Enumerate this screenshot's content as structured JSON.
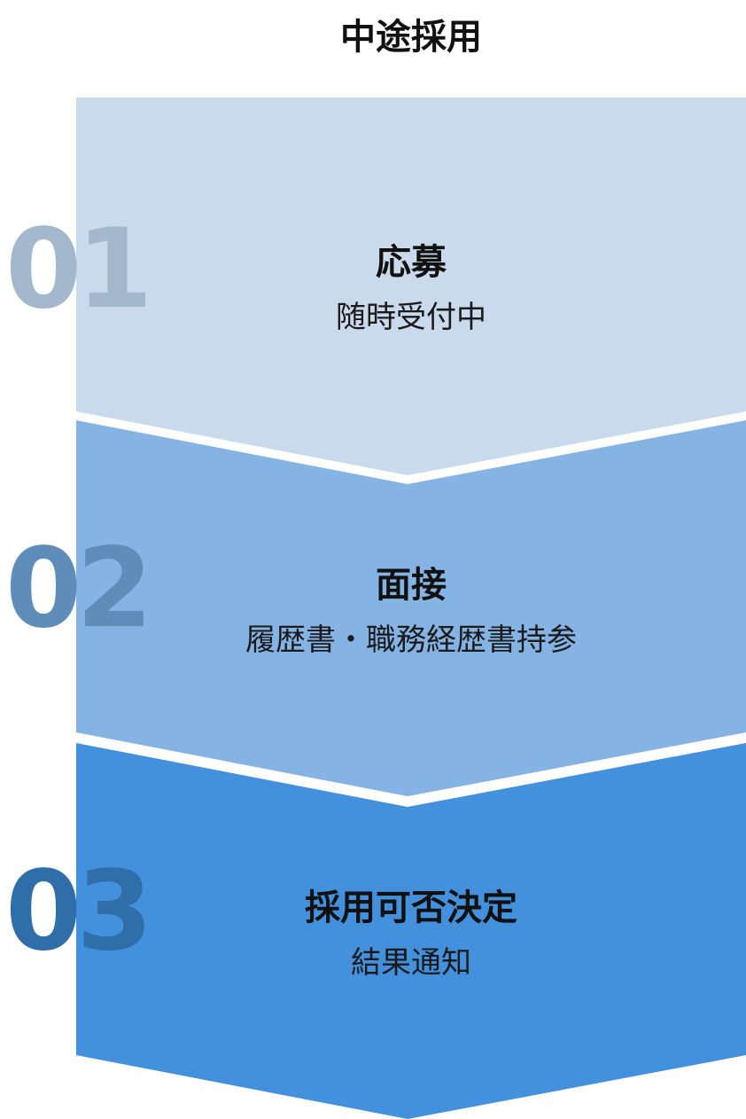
{
  "title": "中途採用",
  "steps": [
    {
      "number": "01",
      "heading": "応募",
      "subtext": "随時受付中",
      "fill_color": "#c8daec",
      "number_color": "#a3b8cc"
    },
    {
      "number": "02",
      "heading": "面接",
      "subtext": "履歴書・職務経歴書持参",
      "fill_color": "#84b3e4",
      "number_color": "#5f8db9"
    },
    {
      "number": "03",
      "heading": "採用可否決定",
      "subtext": "結果通知",
      "fill_color": "#4390dc",
      "number_color": "#2f6ea8"
    }
  ]
}
